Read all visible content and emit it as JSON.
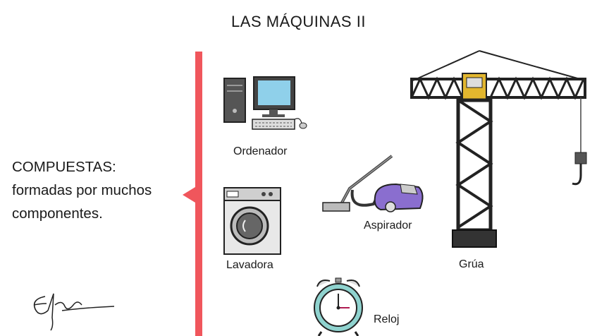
{
  "title": "LAS MÁQUINAS II",
  "definition": {
    "heading": "COMPUESTAS:",
    "line2": "formadas por muchos",
    "line3": "componentes."
  },
  "machines": [
    {
      "label": "Ordenador",
      "icon": "computer-icon"
    },
    {
      "label": "Lavadora",
      "icon": "washing-machine-icon"
    },
    {
      "label": "Aspirador",
      "icon": "vacuum-cleaner-icon"
    },
    {
      "label": "Reloj",
      "icon": "alarm-clock-icon"
    },
    {
      "label": "Grúa",
      "icon": "crane-icon"
    }
  ],
  "colors": {
    "accent": "#f0565c",
    "crane_cab": "#e2b62e",
    "vacuum_body": "#8a6ecf",
    "clock_body": "#8fd3cf"
  }
}
